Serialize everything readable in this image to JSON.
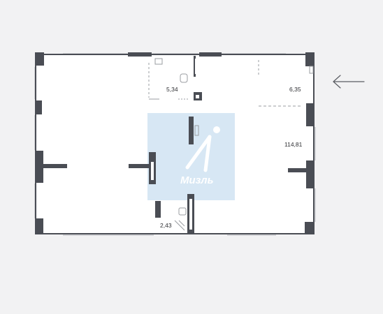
{
  "plan": {
    "rooms": [
      {
        "id": "bathroom",
        "area": "5,34"
      },
      {
        "id": "storage",
        "area": "6,35"
      },
      {
        "id": "main-hall",
        "area": "114,81"
      },
      {
        "id": "wc",
        "area": "2,43"
      }
    ],
    "entrance_arrow": {
      "icon": "arrow-left-icon",
      "direction": "left"
    },
    "watermark": {
      "text": "Мизль",
      "icon": "developer-logo-icon"
    },
    "colors": {
      "wall": "#4a4d54",
      "floor": "#ffffff",
      "background": "#f2f2f3",
      "window": "#d3d4d7",
      "watermark": "#c9dff0",
      "fixture": "#9a9ca1"
    }
  }
}
